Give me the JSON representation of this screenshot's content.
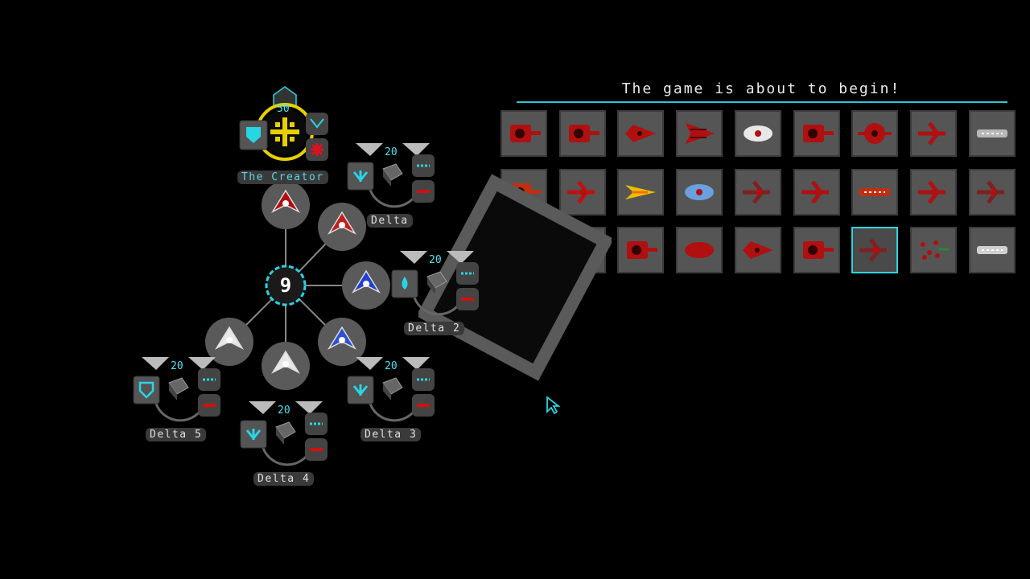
{
  "header": {
    "title": "The game is about to begin!"
  },
  "hub": {
    "count": "9"
  },
  "players": [
    {
      "id": "creator",
      "name": "The Creator",
      "score": "50"
    },
    {
      "id": "delta",
      "name": "Delta",
      "score": "20"
    },
    {
      "id": "delta2",
      "name": "Delta 2",
      "score": "20"
    },
    {
      "id": "delta3",
      "name": "Delta 3",
      "score": "20"
    },
    {
      "id": "delta4",
      "name": "Delta 4",
      "score": "20"
    },
    {
      "id": "delta5",
      "name": "Delta 5",
      "score": "20"
    }
  ],
  "ship_grid": {
    "rows": 3,
    "cols": 9,
    "selected_index": 24
  },
  "colors": {
    "accent": "#28d5e3",
    "enemy": "#b01010",
    "tile": "#555555",
    "creator_ring": "#e8d000"
  }
}
